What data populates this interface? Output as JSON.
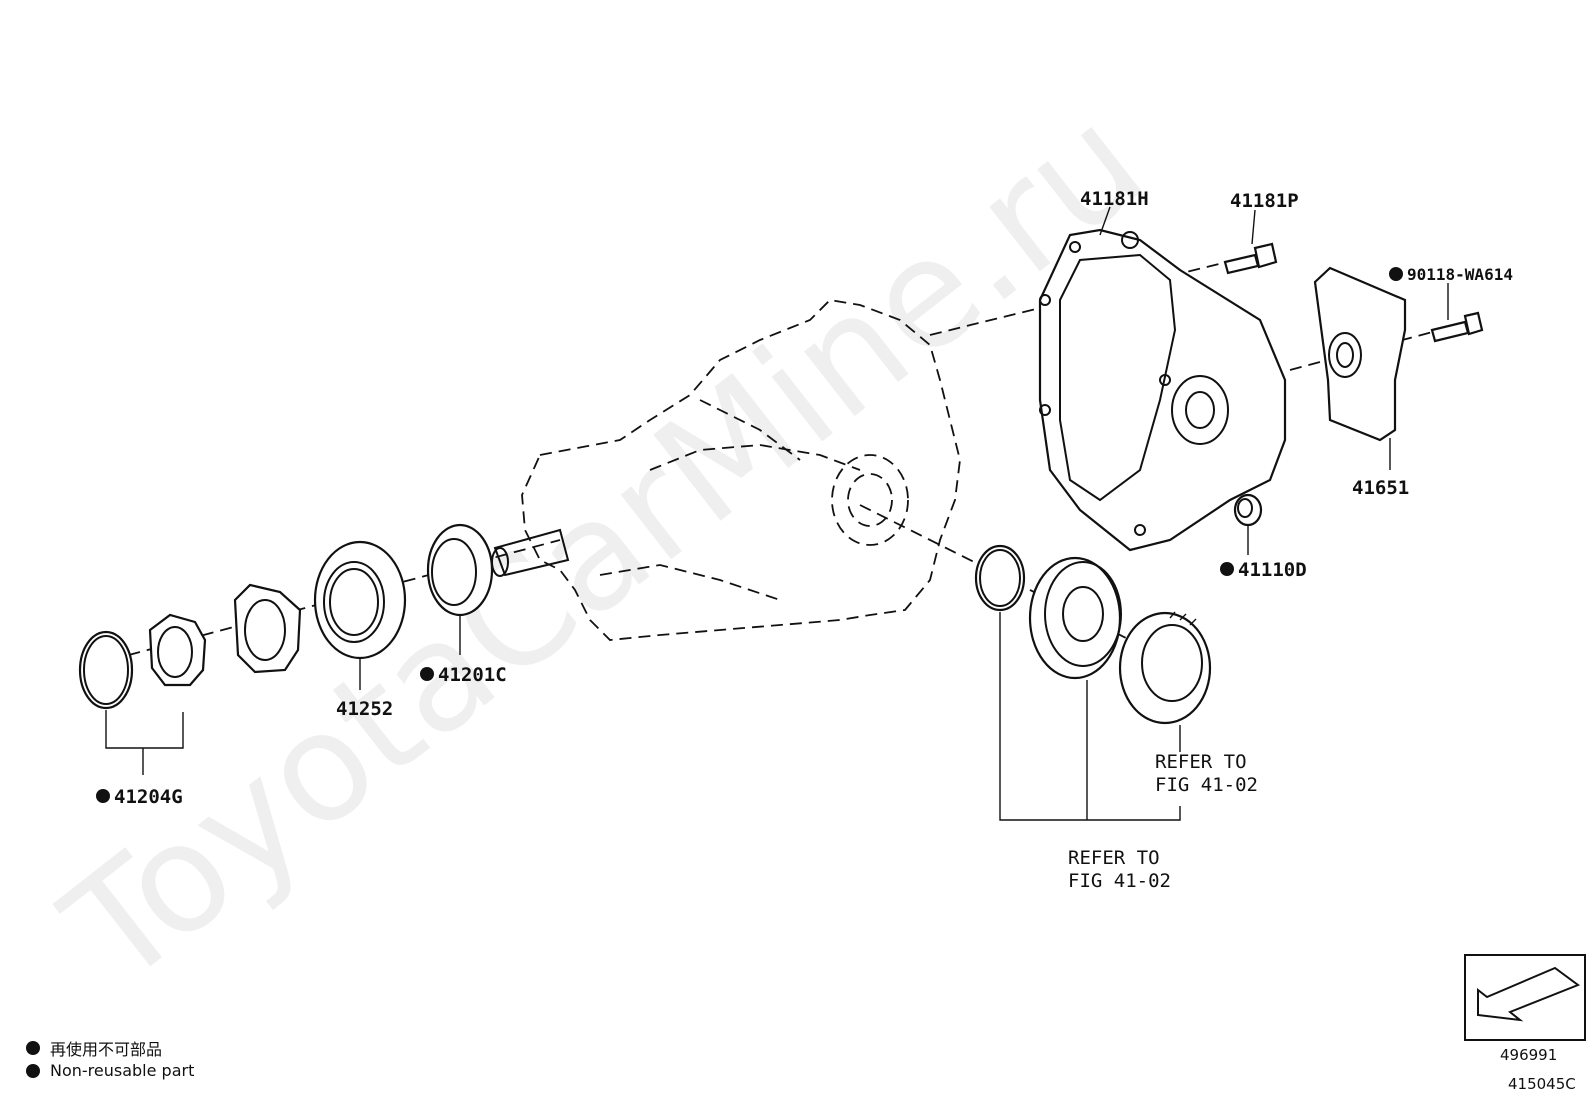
{
  "watermark": "ToyotaCarMine.ru",
  "parts": {
    "p41181H": "41181H",
    "p41181P": "41181P",
    "p90118": "90118-WA614",
    "p41651": "41651",
    "p41110D": "41110D",
    "p41201C": "41201C",
    "p41252": "41252",
    "p41204G": "41204G"
  },
  "refer": {
    "right_line1": "REFER TO",
    "right_line2": "FIG 41-02",
    "bottom_line1": "REFER TO",
    "bottom_line2": "FIG 41-02"
  },
  "legend": {
    "jp": "再使用不可部品",
    "en": "Non-reusable part"
  },
  "codes": {
    "box_code": "496991",
    "figure_code": "415045C"
  },
  "icons": {
    "non_reusable": "filled-circle",
    "direction": "arrow-icon"
  }
}
